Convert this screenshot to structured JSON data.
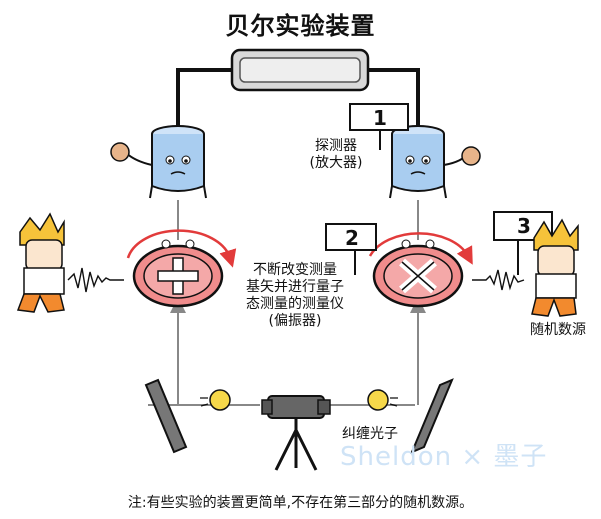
{
  "title": "贝尔实验装置",
  "labels": {
    "detector": [
      "探测器",
      "(放大器)"
    ],
    "polarizer": [
      "不断改变测量",
      "基矢并进行量子",
      "态测量的测量仪",
      "(偏振器)"
    ],
    "random_source": "随机数源",
    "entangled_photons": "纠缠光子"
  },
  "signs": [
    "1",
    "2",
    "3"
  ],
  "polarizer_symbols": {
    "left": "+",
    "right": "×"
  },
  "watermark": "Sheldon × 墨子",
  "note": "注:有些实验的装置更简单,不存在第三部分的随机数源。",
  "colors": {
    "detector_blue": "#a9cdf0",
    "polarizer_red": "#f08c8c",
    "hair_yellow": "#f6c33a",
    "pants_orange": "#f28a2e",
    "arrow_red": "#e23b3b"
  }
}
